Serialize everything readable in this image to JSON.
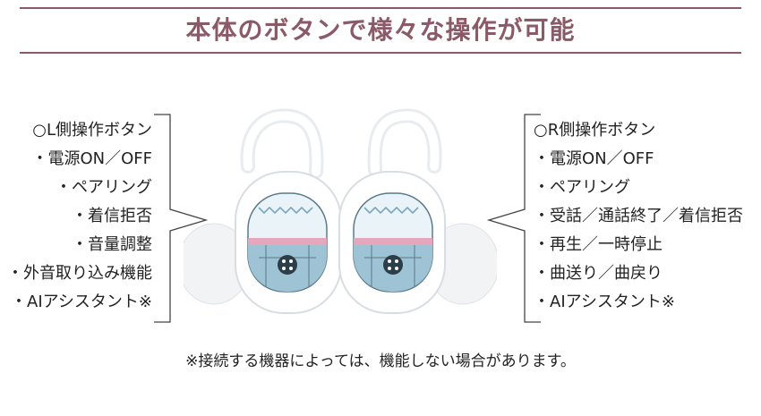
{
  "title": "本体のボタンで様々な操作が可能",
  "left": {
    "heading": "○L側操作ボタン",
    "items": [
      "・電源ON／OFF",
      "・ペアリング",
      "・着信拒否",
      "・音量調整",
      "・外音取り込み機能",
      "・AIアシスタント※"
    ]
  },
  "right": {
    "heading": "○R側操作ボタン",
    "items": [
      "・電源ON／OFF",
      "・ペアリング",
      "・受話／通話終了／着信拒否",
      "・再生／一時停止",
      "・曲送り／曲戻り",
      "・AIアシスタント※"
    ]
  },
  "note": "※接続する機器によっては、機能しない場合があります。",
  "colors": {
    "accent": "#8a5a68",
    "earbud_face": "#9ec3d4",
    "tip_pink": "#e6a7bd"
  }
}
